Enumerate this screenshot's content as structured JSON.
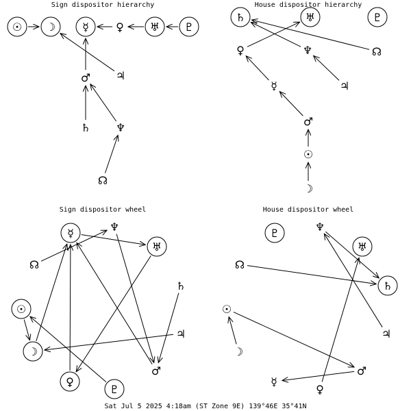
{
  "glyphs": {
    "sun": "☉",
    "moon": "☽",
    "mercury": "☿",
    "venus": "♀",
    "mars": "♂",
    "jupiter": "♃",
    "saturn": "♄",
    "uranus": "♅",
    "neptune": "♆",
    "pluto": "♇",
    "node": "☊"
  },
  "footer": "Sat Jul  5 2025  4:18am (ST Zone 9E) 139°46E 35°41N",
  "panels": [
    {
      "id": "sign-hierarchy",
      "title": "Sign dispositor hierarchy",
      "planets": [
        {
          "name": "sun",
          "circled": true
        },
        {
          "name": "moon",
          "circled": true
        },
        {
          "name": "mercury",
          "circled": true
        },
        {
          "name": "venus",
          "circled": false
        },
        {
          "name": "uranus",
          "circled": true
        },
        {
          "name": "pluto",
          "circled": true
        },
        {
          "name": "mars",
          "circled": false
        },
        {
          "name": "jupiter",
          "circled": false
        },
        {
          "name": "saturn",
          "circled": false
        },
        {
          "name": "neptune",
          "circled": false
        },
        {
          "name": "node",
          "circled": false
        }
      ],
      "arrows": [
        {
          "from": "sun",
          "to": "moon"
        },
        {
          "from": "venus",
          "to": "mercury"
        },
        {
          "from": "uranus",
          "to": "venus"
        },
        {
          "from": "pluto",
          "to": "uranus"
        },
        {
          "from": "mars",
          "to": "mercury"
        },
        {
          "from": "jupiter",
          "to": "moon"
        },
        {
          "from": "saturn",
          "to": "mars"
        },
        {
          "from": "neptune",
          "to": "mars"
        },
        {
          "from": "node",
          "to": "neptune"
        }
      ]
    },
    {
      "id": "house-hierarchy",
      "title": "House dispositor hierarchy",
      "planets": [
        {
          "name": "saturn",
          "circled": true
        },
        {
          "name": "uranus",
          "circled": true
        },
        {
          "name": "pluto",
          "circled": true
        },
        {
          "name": "venus",
          "circled": false
        },
        {
          "name": "neptune",
          "circled": false
        },
        {
          "name": "node",
          "circled": false
        },
        {
          "name": "mercury",
          "circled": false
        },
        {
          "name": "jupiter",
          "circled": false
        },
        {
          "name": "mars",
          "circled": false
        },
        {
          "name": "sun",
          "circled": false
        },
        {
          "name": "moon",
          "circled": false
        }
      ],
      "arrows": [
        {
          "from": "venus",
          "to": "uranus"
        },
        {
          "from": "neptune",
          "to": "saturn"
        },
        {
          "from": "node",
          "to": "saturn"
        },
        {
          "from": "mercury",
          "to": "venus"
        },
        {
          "from": "jupiter",
          "to": "neptune"
        },
        {
          "from": "mars",
          "to": "mercury"
        },
        {
          "from": "sun",
          "to": "mars"
        },
        {
          "from": "moon",
          "to": "sun"
        }
      ]
    },
    {
      "id": "sign-wheel",
      "title": "Sign dispositor wheel",
      "planets": [
        {
          "name": "mercury",
          "circled": true
        },
        {
          "name": "neptune",
          "circled": false
        },
        {
          "name": "uranus",
          "circled": true
        },
        {
          "name": "node",
          "circled": false
        },
        {
          "name": "saturn",
          "circled": false
        },
        {
          "name": "sun",
          "circled": true
        },
        {
          "name": "jupiter",
          "circled": false
        },
        {
          "name": "moon",
          "circled": true
        },
        {
          "name": "mars",
          "circled": false
        },
        {
          "name": "venus",
          "circled": true
        },
        {
          "name": "pluto",
          "circled": true
        }
      ],
      "arrows": [
        {
          "from": "node",
          "to": "neptune"
        },
        {
          "from": "mercury",
          "to": "uranus"
        },
        {
          "from": "neptune",
          "to": "mars"
        },
        {
          "from": "uranus",
          "to": "venus"
        },
        {
          "from": "saturn",
          "to": "mars"
        },
        {
          "from": "jupiter",
          "to": "moon"
        },
        {
          "from": "sun",
          "to": "moon"
        },
        {
          "from": "moon",
          "to": "mercury"
        },
        {
          "from": "mars",
          "to": "mercury"
        },
        {
          "from": "venus",
          "to": "mercury"
        },
        {
          "from": "pluto",
          "to": "sun"
        }
      ]
    },
    {
      "id": "house-wheel",
      "title": "House dispositor wheel",
      "planets": [
        {
          "name": "pluto",
          "circled": true
        },
        {
          "name": "neptune",
          "circled": false
        },
        {
          "name": "uranus",
          "circled": true
        },
        {
          "name": "node",
          "circled": false
        },
        {
          "name": "saturn",
          "circled": true
        },
        {
          "name": "sun",
          "circled": false
        },
        {
          "name": "jupiter",
          "circled": false
        },
        {
          "name": "moon",
          "circled": false
        },
        {
          "name": "mars",
          "circled": false
        },
        {
          "name": "mercury",
          "circled": false
        },
        {
          "name": "venus",
          "circled": false
        }
      ],
      "arrows": [
        {
          "from": "neptune",
          "to": "saturn"
        },
        {
          "from": "node",
          "to": "saturn"
        },
        {
          "from": "jupiter",
          "to": "neptune"
        },
        {
          "from": "sun",
          "to": "mars"
        },
        {
          "from": "moon",
          "to": "sun"
        },
        {
          "from": "mars",
          "to": "mercury"
        },
        {
          "from": "venus",
          "to": "uranus"
        }
      ]
    }
  ]
}
